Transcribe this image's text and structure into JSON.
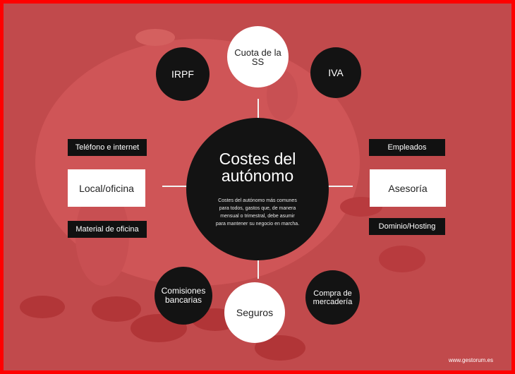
{
  "center": {
    "title": "Costes del autónomo",
    "description": "Costes del autónomo más comunes para todos, gastos que, de manera mensual o trimestral, debe asumir para mantener su negocio en marcha."
  },
  "nodes": {
    "irpf": "IRPF",
    "cuota_ss": "Cuota de la SS",
    "iva": "IVA",
    "comisiones": "Comisiones bancarias",
    "seguros": "Seguros",
    "compra": "Compra de mercadería"
  },
  "left": {
    "telefono": "Teléfono e internet",
    "local": "Local/oficina",
    "material": "Material de oficina"
  },
  "right": {
    "empleados": "Empleados",
    "asesoria": "Asesoría",
    "dominio": "Dominio/Hosting"
  },
  "watermark": "www.gestorum.es",
  "colors": {
    "background_overlay": "#c14a4c",
    "border": "#ff0000",
    "node_black": "#131313",
    "node_white": "#ffffff"
  }
}
